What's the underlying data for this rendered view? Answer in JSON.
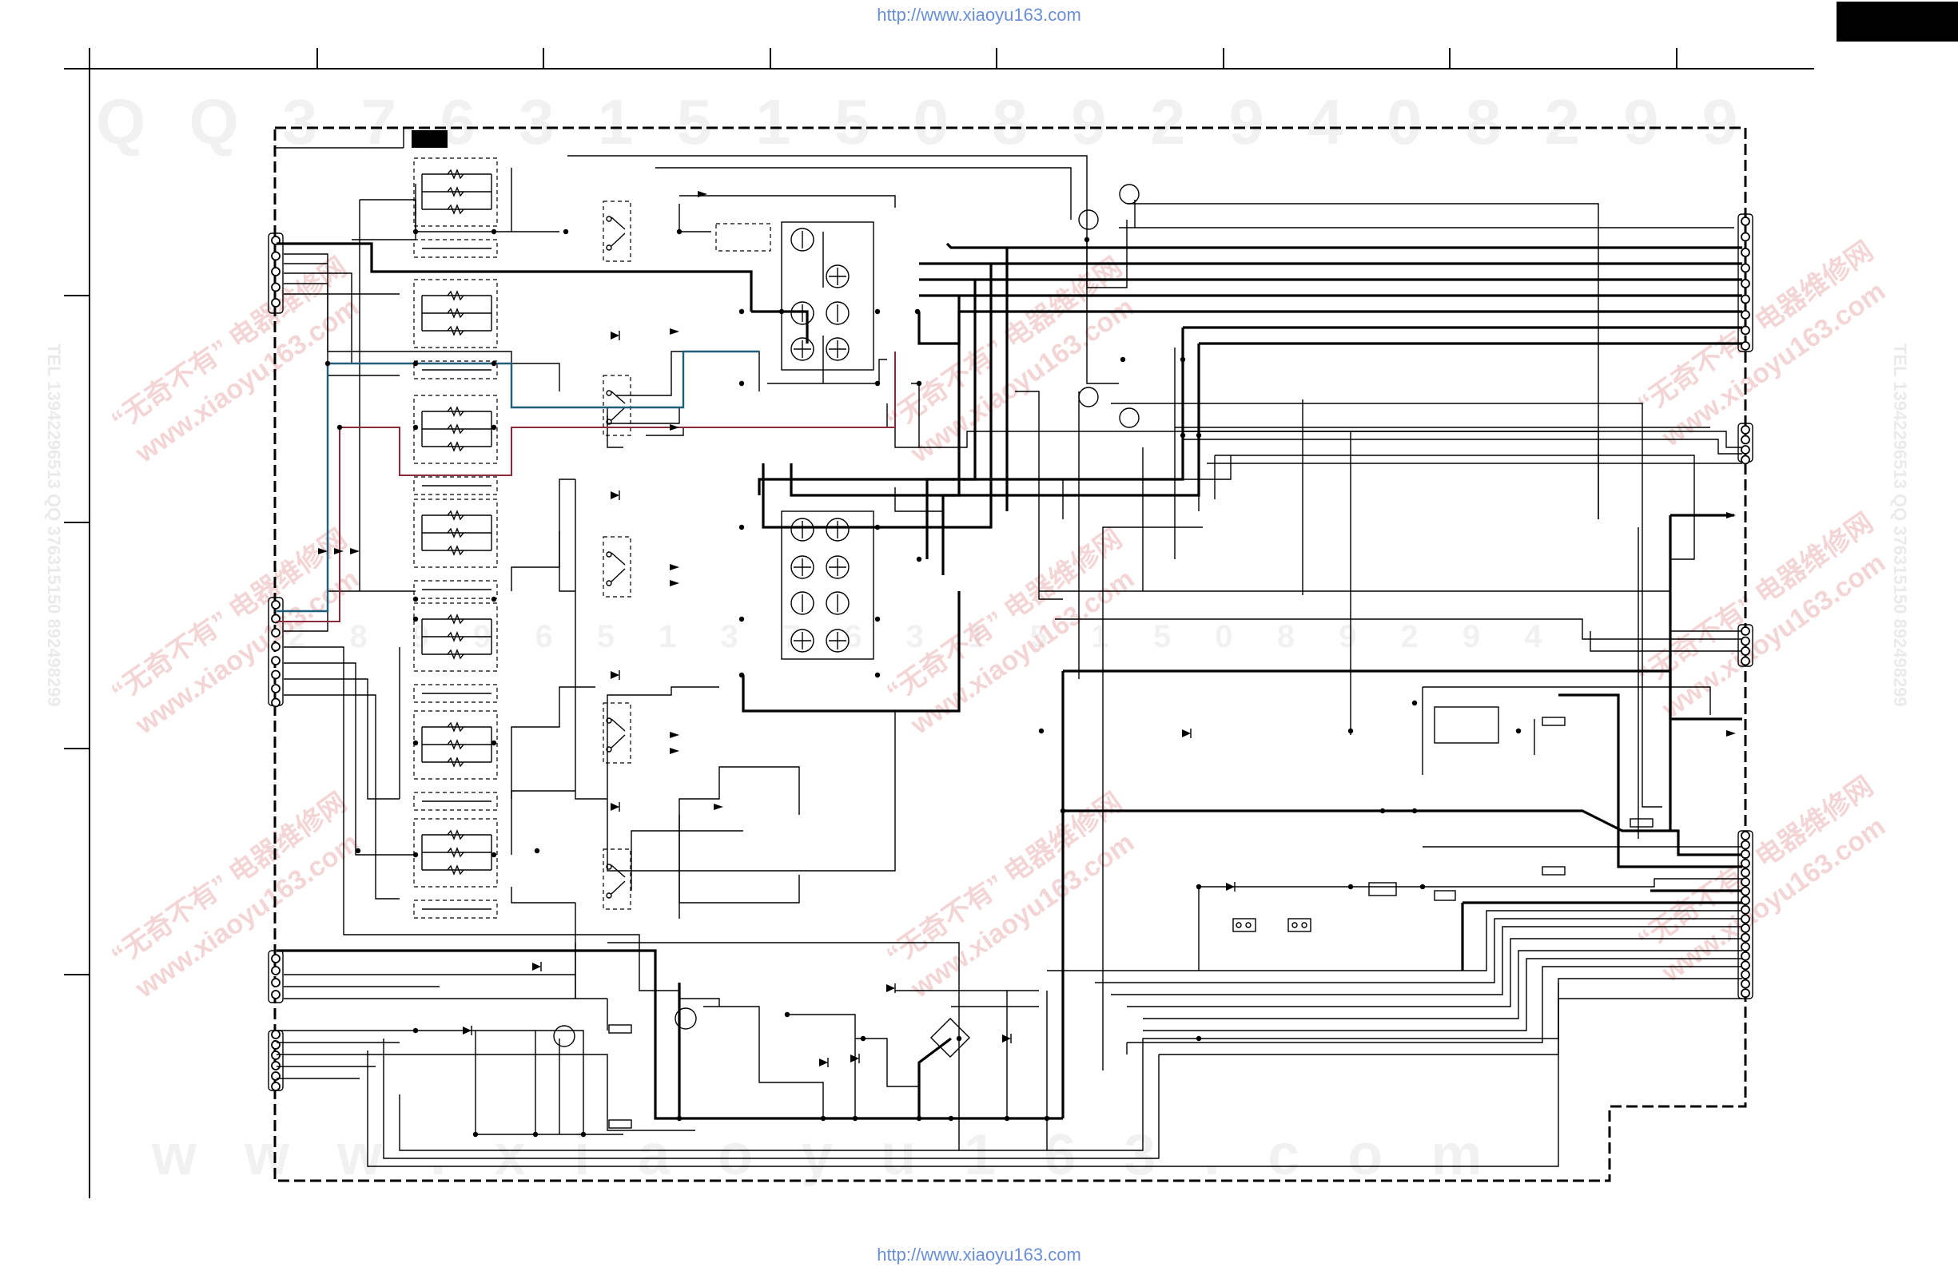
{
  "header": {
    "url_top": "http://www.xiaoyu163.com",
    "url_bottom": "http://www.xiaoyu163.com"
  },
  "watermarks": {
    "top_digits": "Q Q 3 7 6 3 1 5 1 5 0 8 9 2 9 4 0 8 2 9 9",
    "middle_digits": "2 8 9 9 6 5 1 3 7 6 3 1 5 1 5 0 8 9 2 9 4",
    "bottom_text": "w w w . x i a o y u 1 6 3 . c o m",
    "chinese_tag": "“无奇不有” 电器维修网",
    "site_tag": "www.xiaoyu163.com",
    "side_text": "TEL 13942296513 QQ 376315150 892498299"
  },
  "colors": {
    "wire": "#000000",
    "teal_wire": "#1f5f7a",
    "red_wire": "#8b2a3a",
    "url_link": "#6b8fd6"
  }
}
